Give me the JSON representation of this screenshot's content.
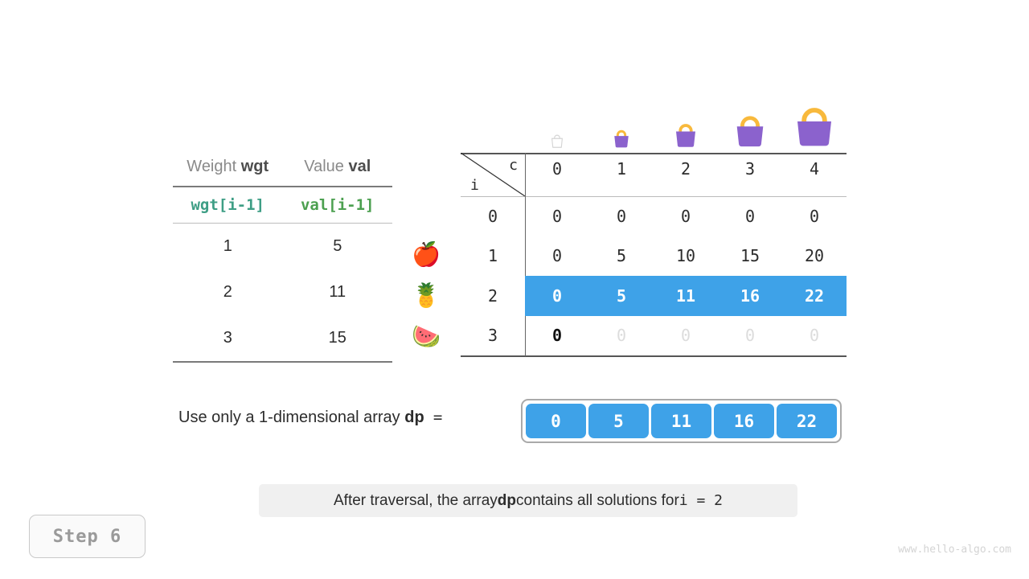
{
  "left_table": {
    "headers": [
      {
        "prefix": "Weight ",
        "code": "wgt"
      },
      {
        "prefix": "Value ",
        "code": "val"
      }
    ],
    "code_row": [
      "wgt[i-1]",
      "val[i-1]"
    ],
    "rows": [
      {
        "wgt": "1",
        "val": "5",
        "fruit": "🍎"
      },
      {
        "wgt": "2",
        "val": "11",
        "fruit": "🍍"
      },
      {
        "wgt": "3",
        "val": "15",
        "fruit": "🍉"
      }
    ]
  },
  "matrix": {
    "corner": {
      "col_label": "c",
      "row_label": "i"
    },
    "col_headers": [
      "0",
      "1",
      "2",
      "3",
      "4"
    ],
    "bag_sizes": [
      0,
      1,
      2,
      3,
      4
    ],
    "rows": [
      {
        "i": "0",
        "cells": [
          "0",
          "0",
          "0",
          "0",
          "0"
        ],
        "highlight": false,
        "styles": [
          "",
          "",
          "",
          "",
          ""
        ]
      },
      {
        "i": "1",
        "cells": [
          "0",
          "5",
          "10",
          "15",
          "20"
        ],
        "highlight": false,
        "styles": [
          "",
          "",
          "",
          "",
          ""
        ]
      },
      {
        "i": "2",
        "cells": [
          "0",
          "5",
          "11",
          "16",
          "22"
        ],
        "highlight": true,
        "styles": [
          "",
          "",
          "",
          "",
          ""
        ]
      },
      {
        "i": "3",
        "cells": [
          "0",
          "0",
          "0",
          "0",
          "0"
        ],
        "highlight": false,
        "styles": [
          "strong",
          "faded",
          "faded",
          "faded",
          "faded"
        ]
      }
    ]
  },
  "dp": {
    "label_text": "Use only a 1-dimensional array ",
    "label_code": "dp",
    "label_eq": "=",
    "values": [
      "0",
      "5",
      "11",
      "16",
      "22"
    ]
  },
  "caption": {
    "part1": "After traversal, the array ",
    "bold": "dp",
    "part2": " contains all solutions for ",
    "mono": "i = 2"
  },
  "step_badge": "Step 6",
  "watermark": "www.hello-algo.com",
  "colors": {
    "highlight_blue": "#3ea2e8",
    "bag_purple": "#8b62cd",
    "bag_handle": "#f8b93c",
    "wgt_green": "#3e9e85",
    "val_green": "#4ca050"
  },
  "chart_data": {
    "type": "table",
    "title": "0-1 Knapsack space-optimized DP table",
    "row_label": "i",
    "col_label": "c",
    "columns": [
      "0",
      "1",
      "2",
      "3",
      "4"
    ],
    "rows": [
      "0",
      "1",
      "2",
      "3"
    ],
    "values": [
      [
        0,
        0,
        0,
        0,
        0
      ],
      [
        0,
        5,
        10,
        15,
        20
      ],
      [
        0,
        5,
        11,
        16,
        22
      ],
      [
        0,
        null,
        null,
        null,
        null
      ]
    ],
    "highlighted_row": 2,
    "items": [
      {
        "weight": 1,
        "value": 5
      },
      {
        "weight": 2,
        "value": 11
      },
      {
        "weight": 3,
        "value": 15
      }
    ],
    "dp_array": [
      0,
      5,
      11,
      16,
      22
    ]
  }
}
